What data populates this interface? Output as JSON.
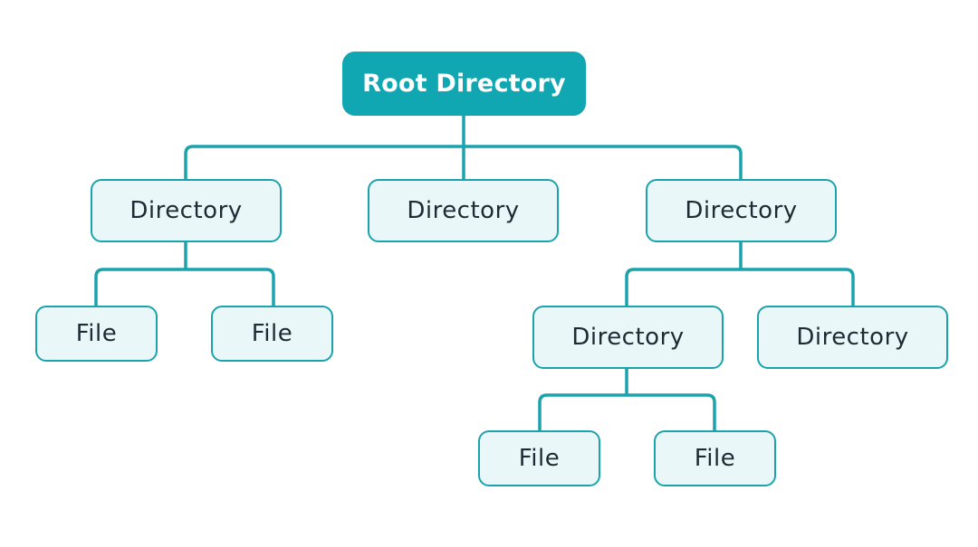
{
  "tree": {
    "root_label": "Root Directory",
    "level1": [
      {
        "label": "Directory"
      },
      {
        "label": "Directory"
      },
      {
        "label": "Directory"
      }
    ],
    "dir1_files": [
      {
        "label": "File"
      },
      {
        "label": "File"
      }
    ],
    "dir3_children": [
      {
        "label": "Directory"
      },
      {
        "label": "Directory"
      }
    ],
    "subdir_files": [
      {
        "label": "File"
      },
      {
        "label": "File"
      }
    ]
  },
  "colors": {
    "accent": "#10a6b2",
    "connector": "#1aa3ad",
    "node_fill": "#e9f7f9",
    "node_text": "#1f2a33",
    "root_text": "#ffffff"
  }
}
